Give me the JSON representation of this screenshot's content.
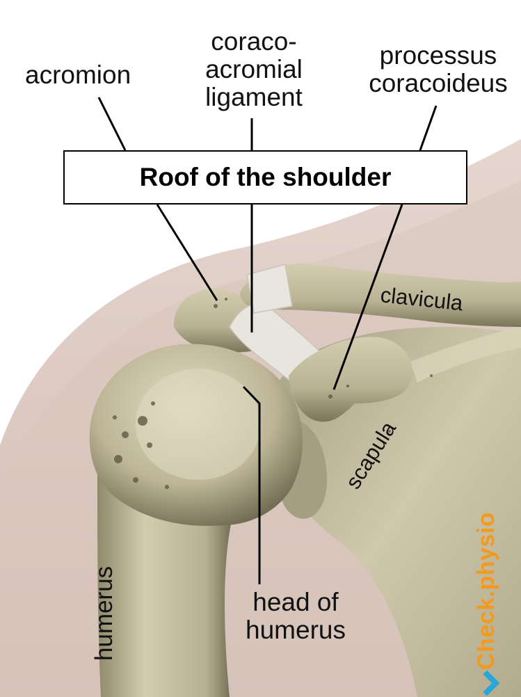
{
  "title": "Roof of the shoulder",
  "labels": {
    "acromion": "acromion",
    "coraco_1": "coraco-",
    "coraco_2": "acromial",
    "coraco_3": "ligament",
    "processus_1": "processus",
    "processus_2": "coracoideus",
    "clavicula": "clavicula",
    "scapula": "scapula",
    "head_1": "head of",
    "head_2": "humerus",
    "humerus": "humerus"
  },
  "logo": {
    "text": "Check.physio",
    "icon": "checkmark-icon"
  },
  "colors": {
    "background": "#ffffff",
    "skin": "#d9c4bb",
    "bone": "#c9c2a8",
    "bone_shadow": "#6b6650",
    "ligament": "#e6e3dc",
    "leader_line": "#000000",
    "logo_orange": "#f39a1e",
    "logo_blue": "#2aa7d8"
  }
}
